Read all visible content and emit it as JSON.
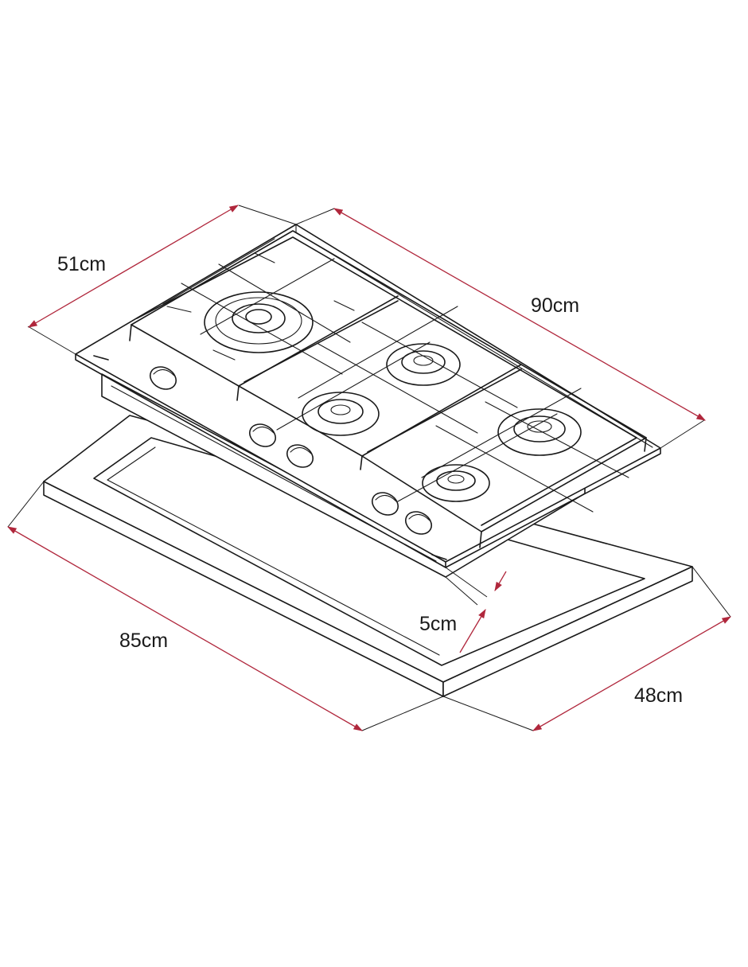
{
  "dimensions": {
    "hob_depth": "51cm",
    "hob_width": "90cm",
    "cutout_width": "85cm",
    "cutout_depth": "48cm",
    "embed_height": "5cm"
  },
  "colors": {
    "dimension_line": "#b0273c",
    "outline": "#1a1a1a",
    "background": "#ffffff"
  }
}
